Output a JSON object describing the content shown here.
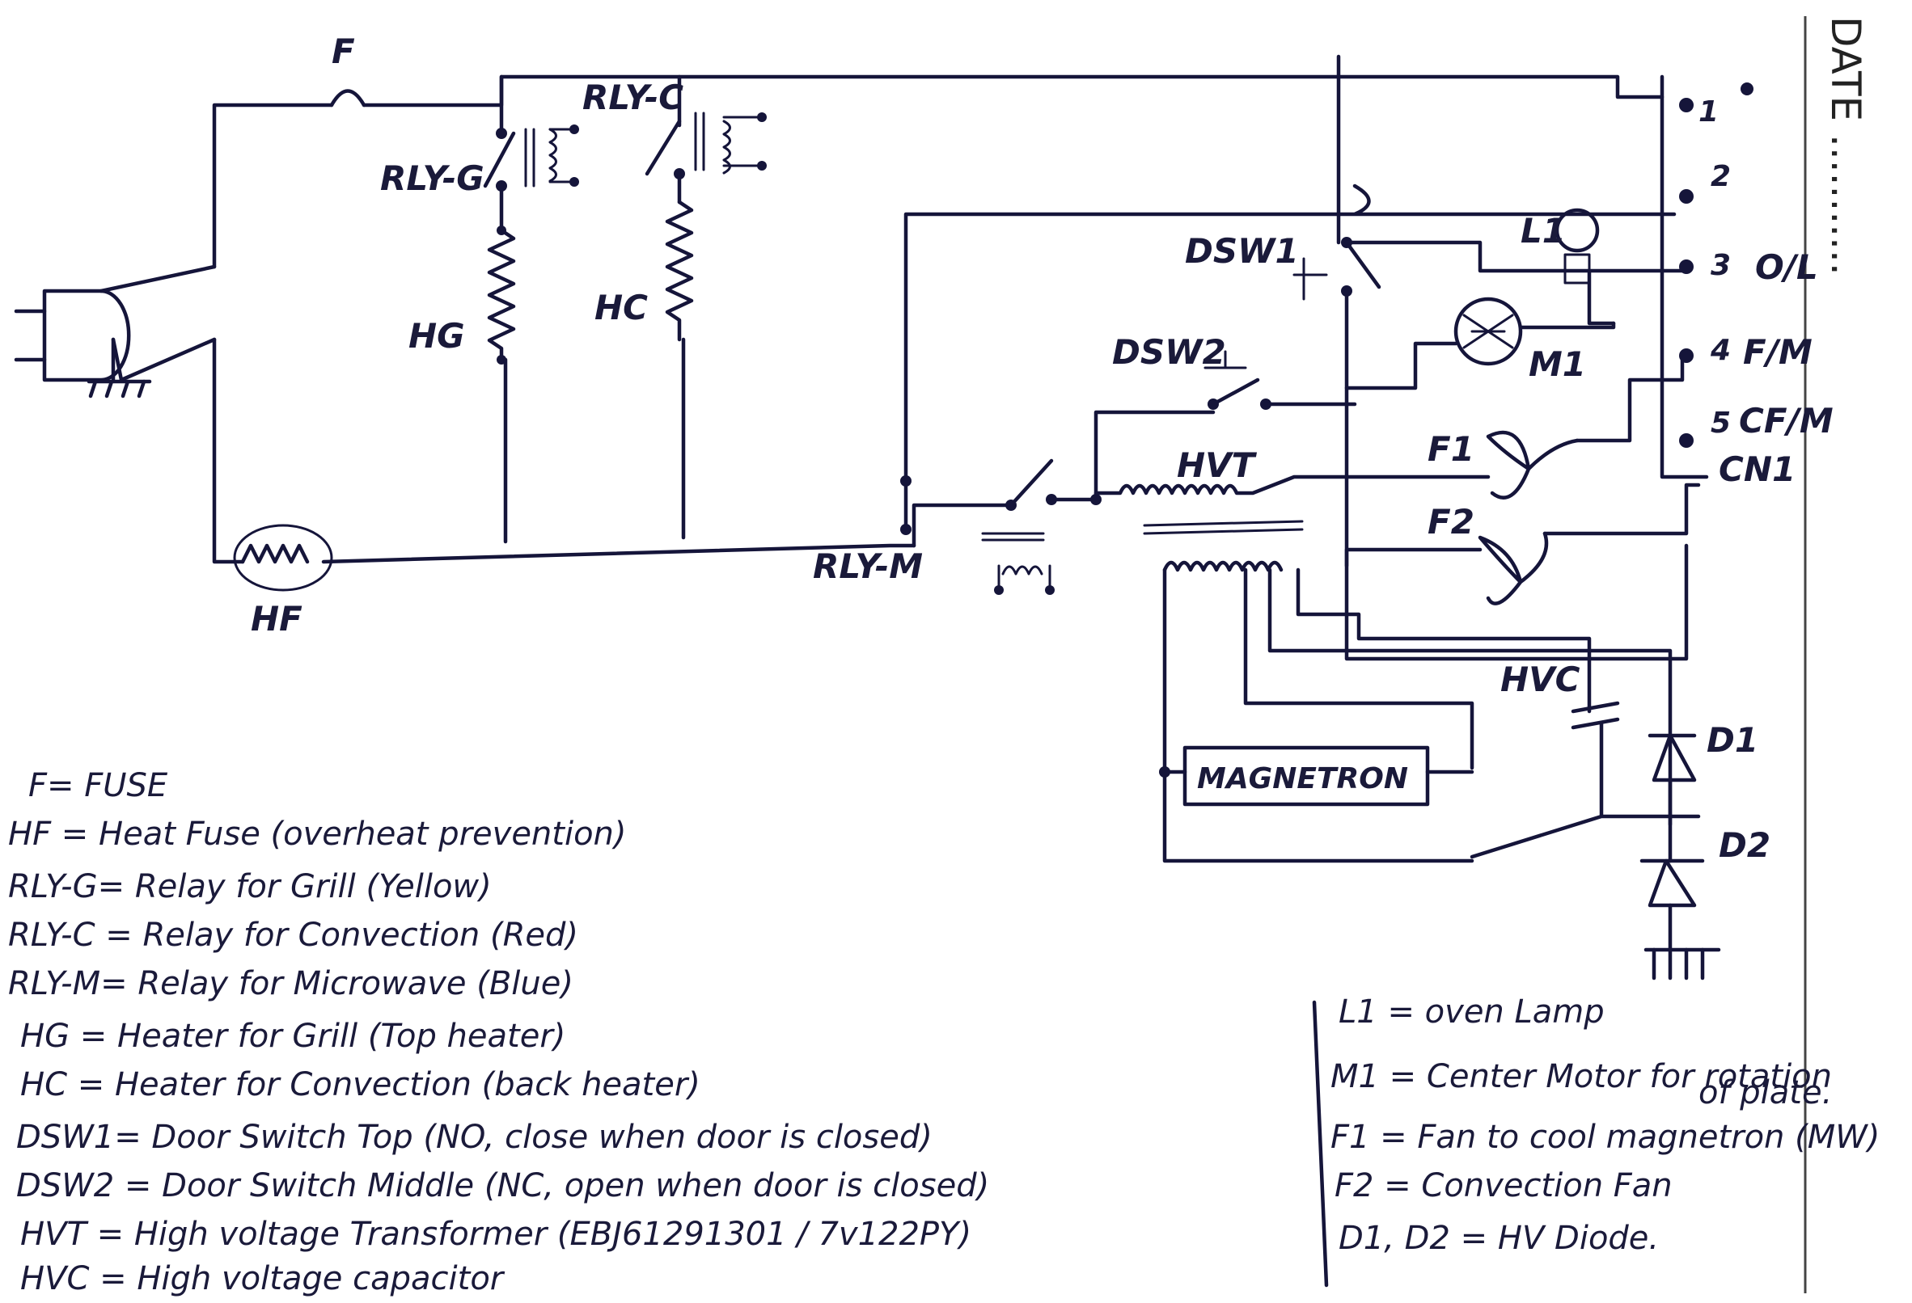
{
  "header": {
    "date_label": "DATE ..........."
  },
  "components": {
    "fuse": "F",
    "heat_fuse": "HF",
    "relay_grill": "RLY-G",
    "relay_convection": "RLY-C",
    "relay_microwave": "RLY-M",
    "heater_grill": "HG",
    "heater_convection": "HC",
    "door_switch_top": "DSW1",
    "door_switch_middle": "DSW2",
    "lamp": "L1",
    "motor": "M1",
    "fan1": "F1",
    "fan2": "F2",
    "transformer": "HVT",
    "capacitor": "HVC",
    "magnetron": "MAGNETRON",
    "diode1": "D1",
    "diode2": "D2",
    "connector": "CN1"
  },
  "connector_pins": [
    {
      "num": "1",
      "label": ""
    },
    {
      "num": "2",
      "label": ""
    },
    {
      "num": "3",
      "label": "O/L"
    },
    {
      "num": "4",
      "label": "F/M"
    },
    {
      "num": "5",
      "label": "CF/M"
    }
  ],
  "legend_left": [
    "F= FUSE",
    "HF = Heat Fuse (overheat prevention)",
    "RLY-G= Relay for Grill (Yellow)",
    "RLY-C = Relay for Convection (Red)",
    "RLY-M= Relay for Microwave (Blue)",
    "HG = Heater for Grill (Top heater)",
    "HC = Heater for Convection (back heater)",
    "DSW1= Door Switch Top (NO, close when door is closed)",
    "DSW2 = Door Switch Middle (NC, open when door is closed)",
    "HVT = High voltage Transformer (EBJ61291301 / 7v122PY)",
    "HVC = High voltage capacitor"
  ],
  "legend_right": [
    "L1 = oven Lamp",
    "M1 = Center Motor for rotation",
    "of plate.",
    "F1 = Fan to cool magnetron (MW)",
    "F2 = Convection Fan",
    "D1, D2 = HV Diode."
  ]
}
